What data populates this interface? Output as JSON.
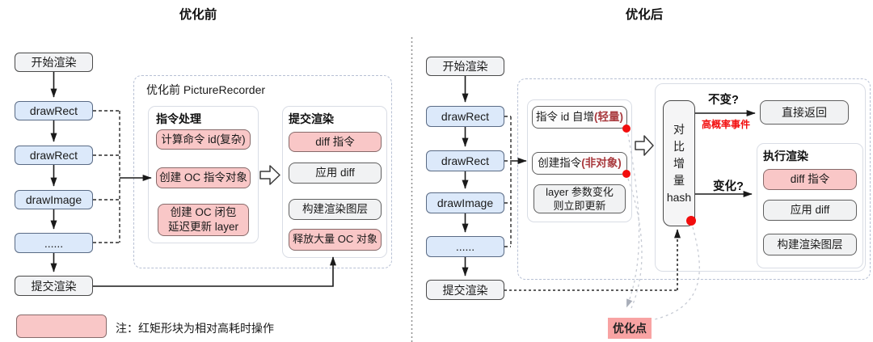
{
  "left": {
    "title": "优化前",
    "flow": [
      {
        "label": "开始渲染",
        "variant": "gray"
      },
      {
        "label": "drawRect",
        "variant": "blue"
      },
      {
        "label": "drawRect",
        "variant": "blue"
      },
      {
        "label": "drawImage",
        "variant": "blue"
      },
      {
        "label": "......",
        "variant": "blue"
      },
      {
        "label": "提交渲染",
        "variant": "gray"
      }
    ],
    "recorder_label": "优化前 PictureRecorder",
    "cmd_group": {
      "title": "指令处理",
      "item1": "计算命令 id(复杂)",
      "item2": "创建 OC 指令对象",
      "item3_line1": "创建 OC 闭包",
      "item3_line2": "延迟更新 layer"
    },
    "submit_group": {
      "title": "提交渲染",
      "item1": "diff 指令",
      "item2": "应用 diff",
      "item3": "构建渲染图层",
      "item4": "释放大量 OC 对象"
    },
    "legend_note": "注：红矩形块为相对高耗时操作"
  },
  "right": {
    "title": "优化后",
    "flow": [
      {
        "label": "开始渲染",
        "variant": "gray"
      },
      {
        "label": "drawRect",
        "variant": "blue"
      },
      {
        "label": "drawRect",
        "variant": "blue"
      },
      {
        "label": "drawImage",
        "variant": "blue"
      },
      {
        "label": "......",
        "variant": "blue"
      },
      {
        "label": "提交渲染",
        "variant": "gray"
      }
    ],
    "cmd_group": {
      "item1_text": "指令 id 自增",
      "item1_accent": "(轻量)",
      "item2_text": "创建指令",
      "item2_accent": "(非对象)",
      "item3_line1": "layer 参数变化",
      "item3_line2": "则立即更新"
    },
    "hash_box": {
      "line1": "对",
      "line2": "比",
      "line3": "增",
      "line4": "量",
      "line5": "hash"
    },
    "branch_unchanged_label": "不变?",
    "branch_unchanged_note": "高概率事件",
    "direct_return": "直接返回",
    "branch_changed_label": "变化?",
    "exec_group": {
      "title": "执行渲染",
      "item1": "diff 指令",
      "item2": "应用 diff",
      "item3": "构建渲染图层"
    },
    "optimize_point": "优化点"
  },
  "colors": {
    "pink_fill": "#f9c7c7",
    "pink_border": "#876a6a",
    "blue_fill": "#dce9fa",
    "blue_border": "#5a6b85",
    "gray_fill": "#f2f3f5",
    "dark_border": "#4a4a4a",
    "light_border": "#d9dde5",
    "dash_border": "#b7c0d4",
    "accent_red": "#f20d0d",
    "dark_red": "#a93a3e",
    "optimize_fill": "#f8a3a3",
    "curve_gray": "#c7cbd4",
    "divider_gray": "#8f8f8f"
  }
}
